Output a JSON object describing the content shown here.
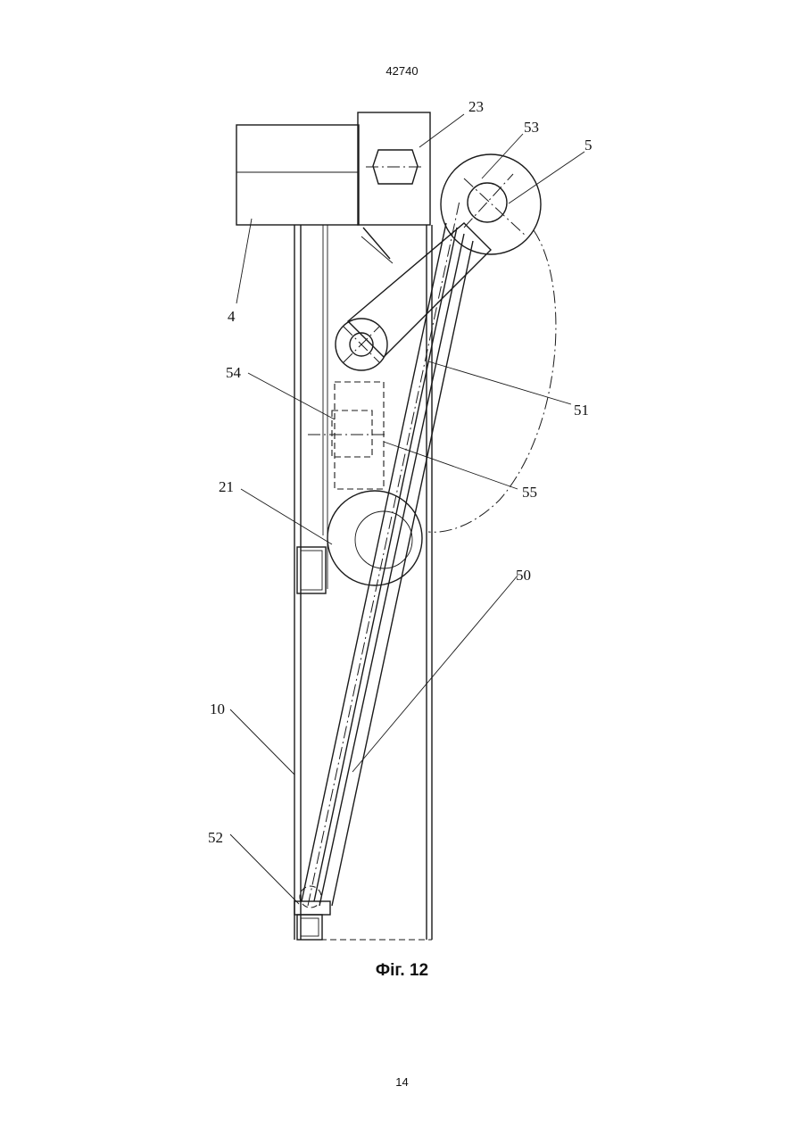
{
  "header": {
    "doc_number": "42740"
  },
  "figure": {
    "caption": "Фіг. 12",
    "labels": [
      "23",
      "53",
      "5",
      "4",
      "54",
      "51",
      "55",
      "21",
      "50",
      "10",
      "52"
    ]
  },
  "footer": {
    "page_number": "14"
  }
}
